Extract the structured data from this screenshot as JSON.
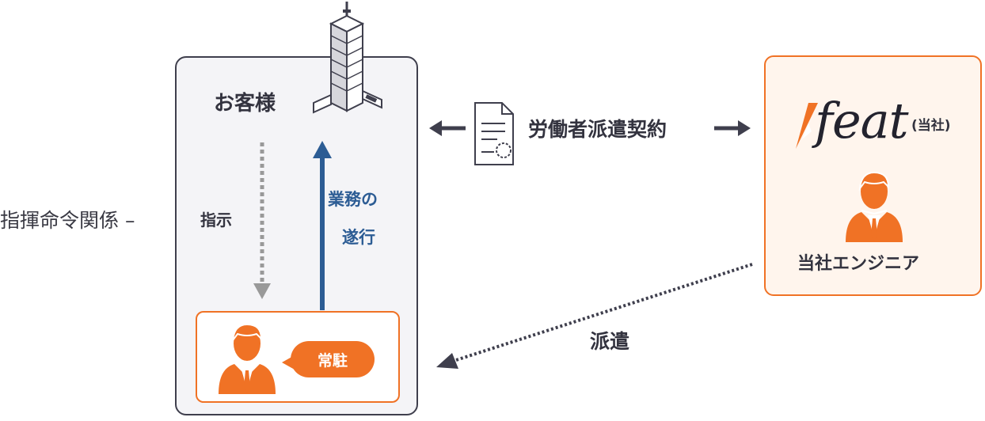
{
  "client": {
    "label": "お客様",
    "instruction_label": "指示",
    "work_label_line1": "業務の",
    "work_label_line2": "遂行",
    "resident_badge": "常駐"
  },
  "relation": {
    "label": "指揮命令関係 –"
  },
  "contract": {
    "label": "労働者派遣契約"
  },
  "company": {
    "brand": "feat",
    "ours": "(当社)",
    "engineer_label": "当社エンジニア"
  },
  "dispatch": {
    "label": "派遣"
  },
  "colors": {
    "accent_orange": "#f07225",
    "arrow_blue": "#2c5c94",
    "arrow_gray": "#999999",
    "dark": "#33333f"
  }
}
